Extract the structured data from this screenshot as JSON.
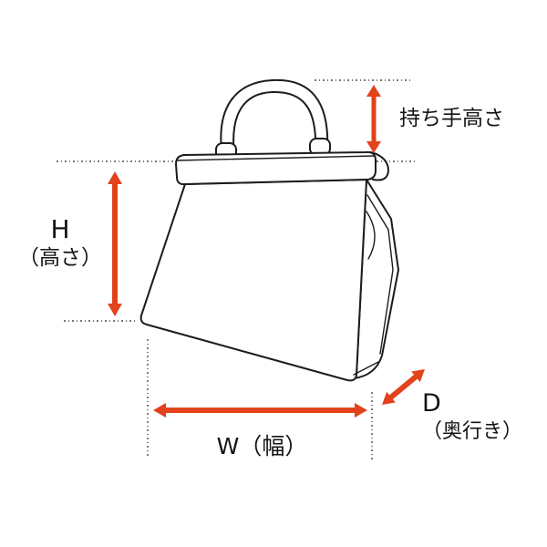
{
  "diagram": {
    "labels": {
      "handle_height": "持ち手高さ",
      "height_letter": "H",
      "height_name": "（高さ）",
      "width": "W（幅）",
      "depth_letter": "D",
      "depth_name": "（奥行き）"
    },
    "colors": {
      "arrow": "#e2431c",
      "outline": "#1c1c1c",
      "guide": "#4a4a4a",
      "background": "#ffffff"
    }
  }
}
